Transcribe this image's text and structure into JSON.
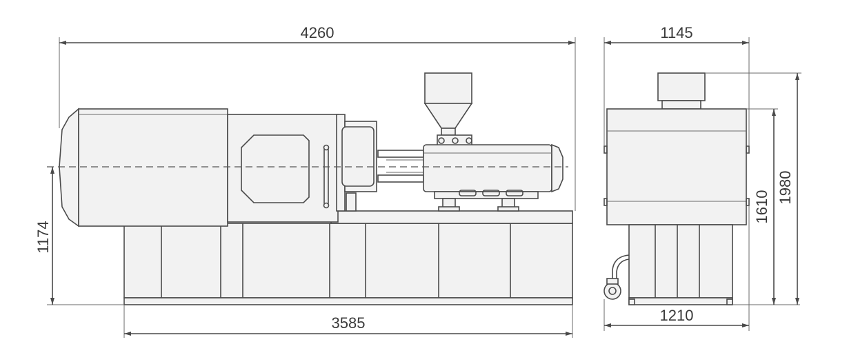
{
  "dimensions": {
    "overall_length": "4260",
    "base_length": "3585",
    "center_height": "1174",
    "side_top_width": "1145",
    "side_base_width": "1210",
    "side_body_height": "1610",
    "side_total_height": "1980"
  },
  "colors": {
    "line": "#4a4a4a",
    "fill": "#f2f2f2",
    "text": "#3a3a3a"
  }
}
